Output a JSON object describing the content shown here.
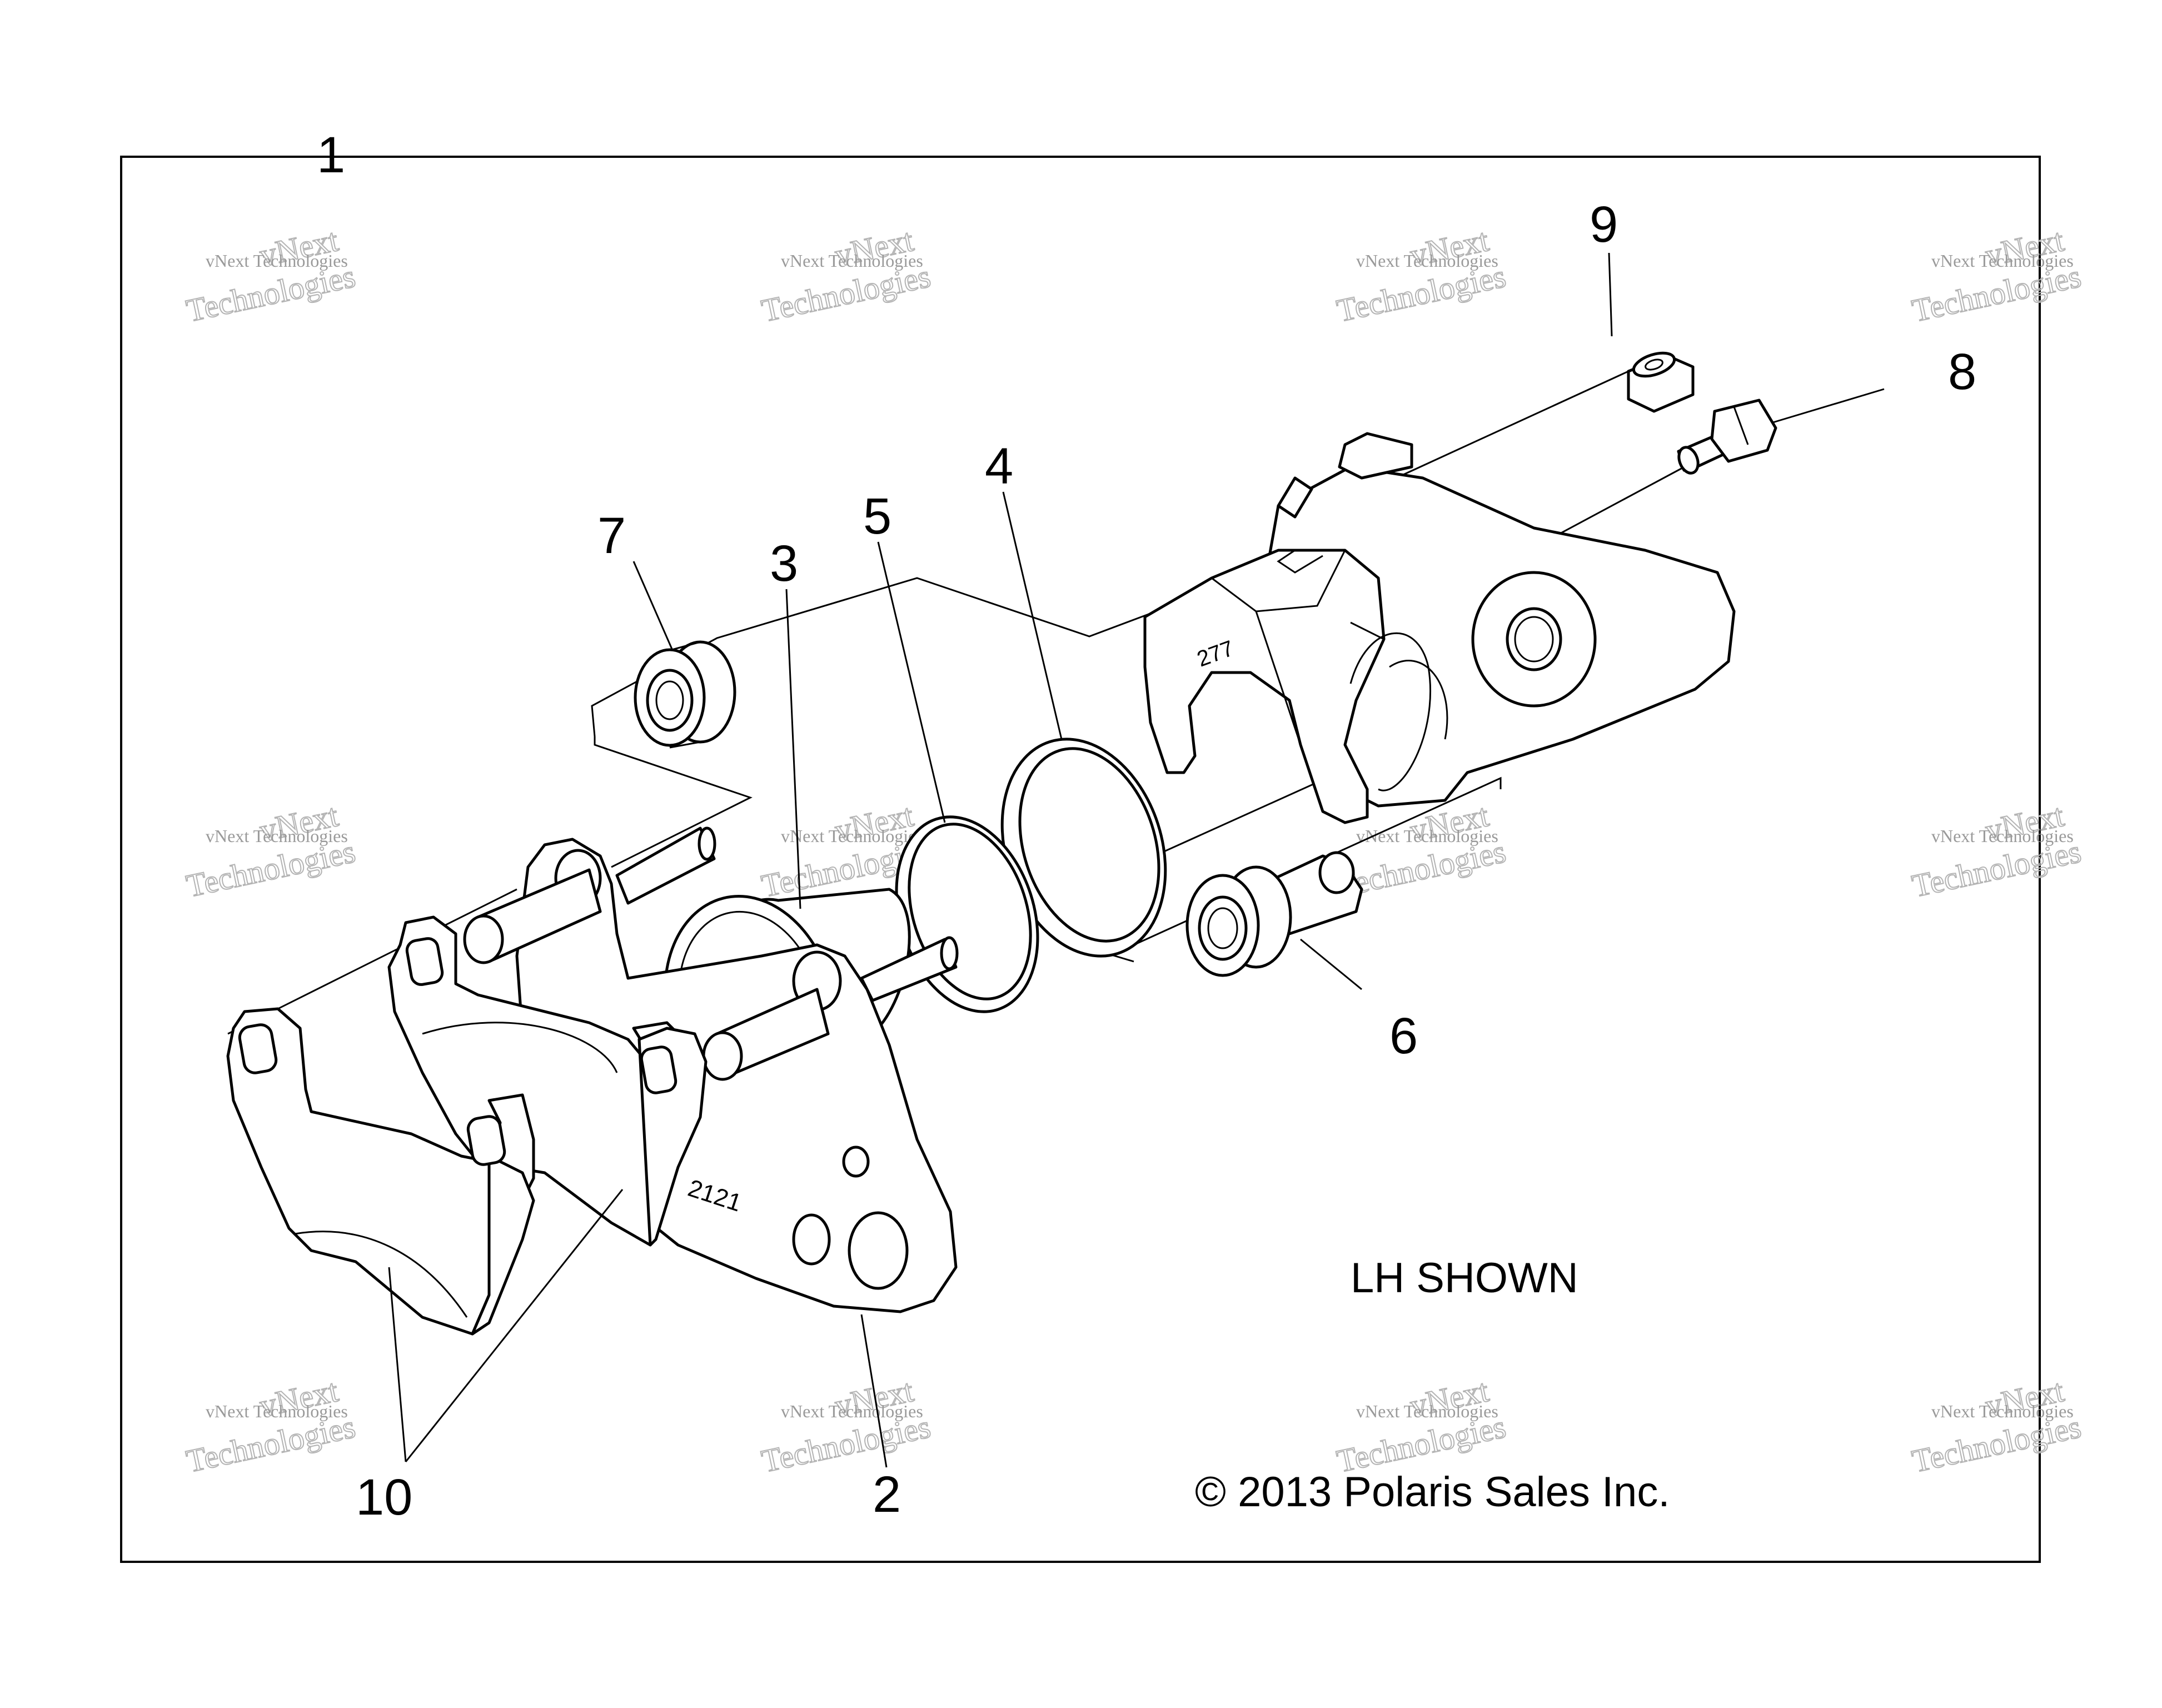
{
  "diagram": {
    "callouts": [
      {
        "id": "1",
        "label": "1"
      },
      {
        "id": "2",
        "label": "2"
      },
      {
        "id": "3",
        "label": "3"
      },
      {
        "id": "4",
        "label": "4"
      },
      {
        "id": "5",
        "label": "5"
      },
      {
        "id": "6",
        "label": "6"
      },
      {
        "id": "7",
        "label": "7"
      },
      {
        "id": "8",
        "label": "8"
      },
      {
        "id": "9",
        "label": "9"
      },
      {
        "id": "10",
        "label": "10"
      }
    ],
    "part_markings": {
      "caliper_body": "277",
      "bracket": "2121"
    },
    "notes": {
      "side": "LH SHOWN",
      "copyright": "© 2013 Polaris Sales Inc."
    },
    "watermark": {
      "line1": "vNext Technologies",
      "line2a": "vNext",
      "line2b": "Technologies"
    }
  }
}
